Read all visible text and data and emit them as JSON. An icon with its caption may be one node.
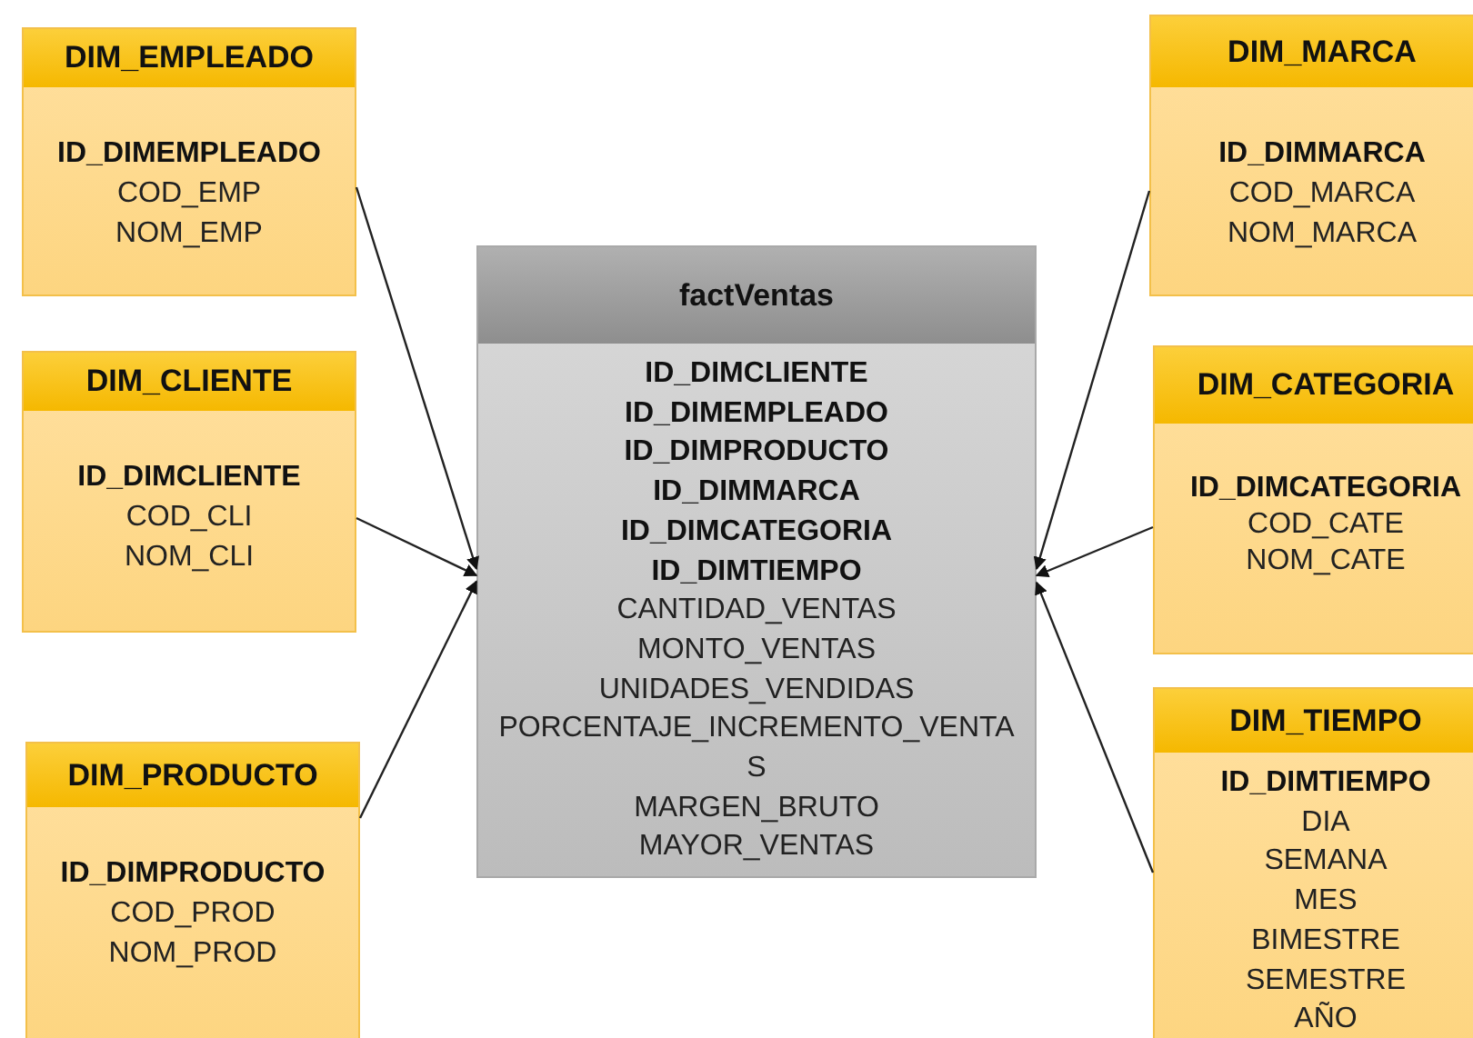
{
  "diagram": {
    "nodes": [
      {
        "text": [
          "DIM_EMPLEADO",
          "**ID_DIMEMPLEADO**",
          "COD_EMP",
          "NOM_EMP"
        ]
      },
      {
        "text": [
          "DIM_CLIENTE",
          "**ID_DIMCLIENTE**",
          "COD_CLI",
          "NOM_CLI"
        ]
      },
      {
        "text": [
          "DIM_PRODUCTO",
          "**ID_DIMPRODUCTO**",
          "COD_PROD",
          "NOM_PROD"
        ]
      },
      {
        "text": [
          "factVentas",
          "**ID_DIMCLIENTE**",
          "**ID_DIMEMPLEADO**",
          "**ID_DIMPRODUCTO**",
          "**ID_DIMMARCA**",
          "**ID_DIMCATEGORIA**",
          "**ID_DIMTIEMPO**",
          "CANTIDAD_VENTAS",
          "MONTO_VENTAS",
          "UNIDADES_VENDIDAS",
          "PORCENTAJE_INCREMENTO_VENTAS",
          "MARGEN_BRUTO",
          "MAYOR_VENTAS"
        ]
      },
      {
        "text": [
          "DIM_MARCA",
          "**ID_DIMMARCA**",
          "COD_MARCA",
          "NOM_MARCA"
        ]
      },
      {
        "text": [
          "DIM_CATEGORIA",
          "**ID_DIMCATEGORIA**",
          "COD_CATE",
          "NOM_CATE"
        ]
      },
      {
        "text": [
          "DIM_TIEMPO",
          "**ID_DIMTIEMPO**",
          "DIA",
          "SEMANA",
          "MES",
          "BIMESTRE",
          "SEMESTRE",
          "AÑO"
        ]
      }
    ],
    "edges": [
      {
        "from": 0,
        "to": 3,
        "arrow": "to"
      },
      {
        "from": 1,
        "to": 3,
        "arrow": "to"
      },
      {
        "from": 2,
        "to": 3,
        "arrow": "to"
      },
      {
        "from": 4,
        "to": 3,
        "arrow": "to"
      },
      {
        "from": 5,
        "to": 3,
        "arrow": "to"
      },
      {
        "from": 6,
        "to": 3,
        "arrow": "to"
      }
    ]
  }
}
